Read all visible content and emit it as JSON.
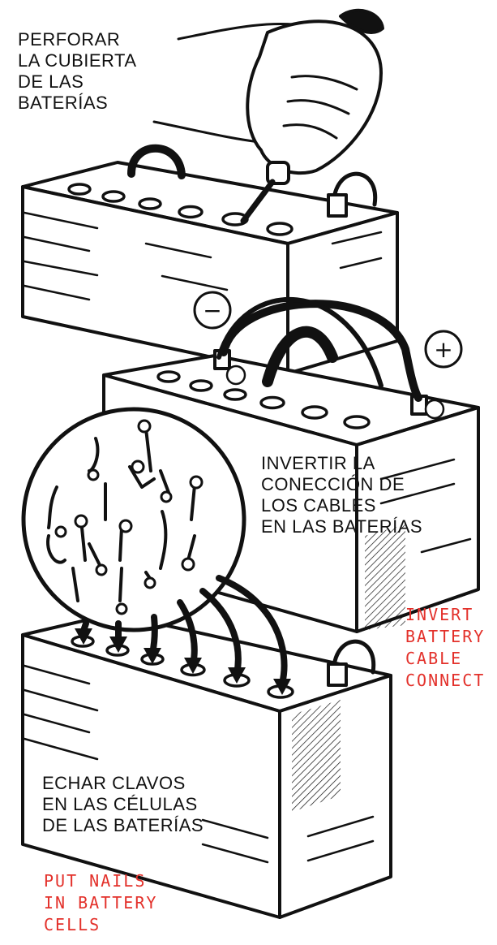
{
  "labels": {
    "perforar": [
      "PERFORAR",
      "LA CUBIERTA",
      "DE LAS",
      "BATERÍAS"
    ],
    "invertir": [
      "INVERTIR LA",
      "CONECCIÓN DE",
      "LOS CABLES",
      "EN LAS BATERÍAS"
    ],
    "echar": [
      "ECHAR CLAVOS",
      "EN LAS CÉLULAS",
      "DE LAS BATERÍAS"
    ]
  },
  "translations": {
    "invert": [
      "INVERT",
      "BATTERY",
      "CABLE",
      "CONNECT"
    ],
    "nails": [
      "PUT NAILS",
      "IN BATTERY",
      "CELLS"
    ]
  },
  "symbols": {
    "minus": "−",
    "plus": "+"
  },
  "colors": {
    "ink": "#111111",
    "translation": "#e3302a",
    "paper": "#ffffff"
  }
}
